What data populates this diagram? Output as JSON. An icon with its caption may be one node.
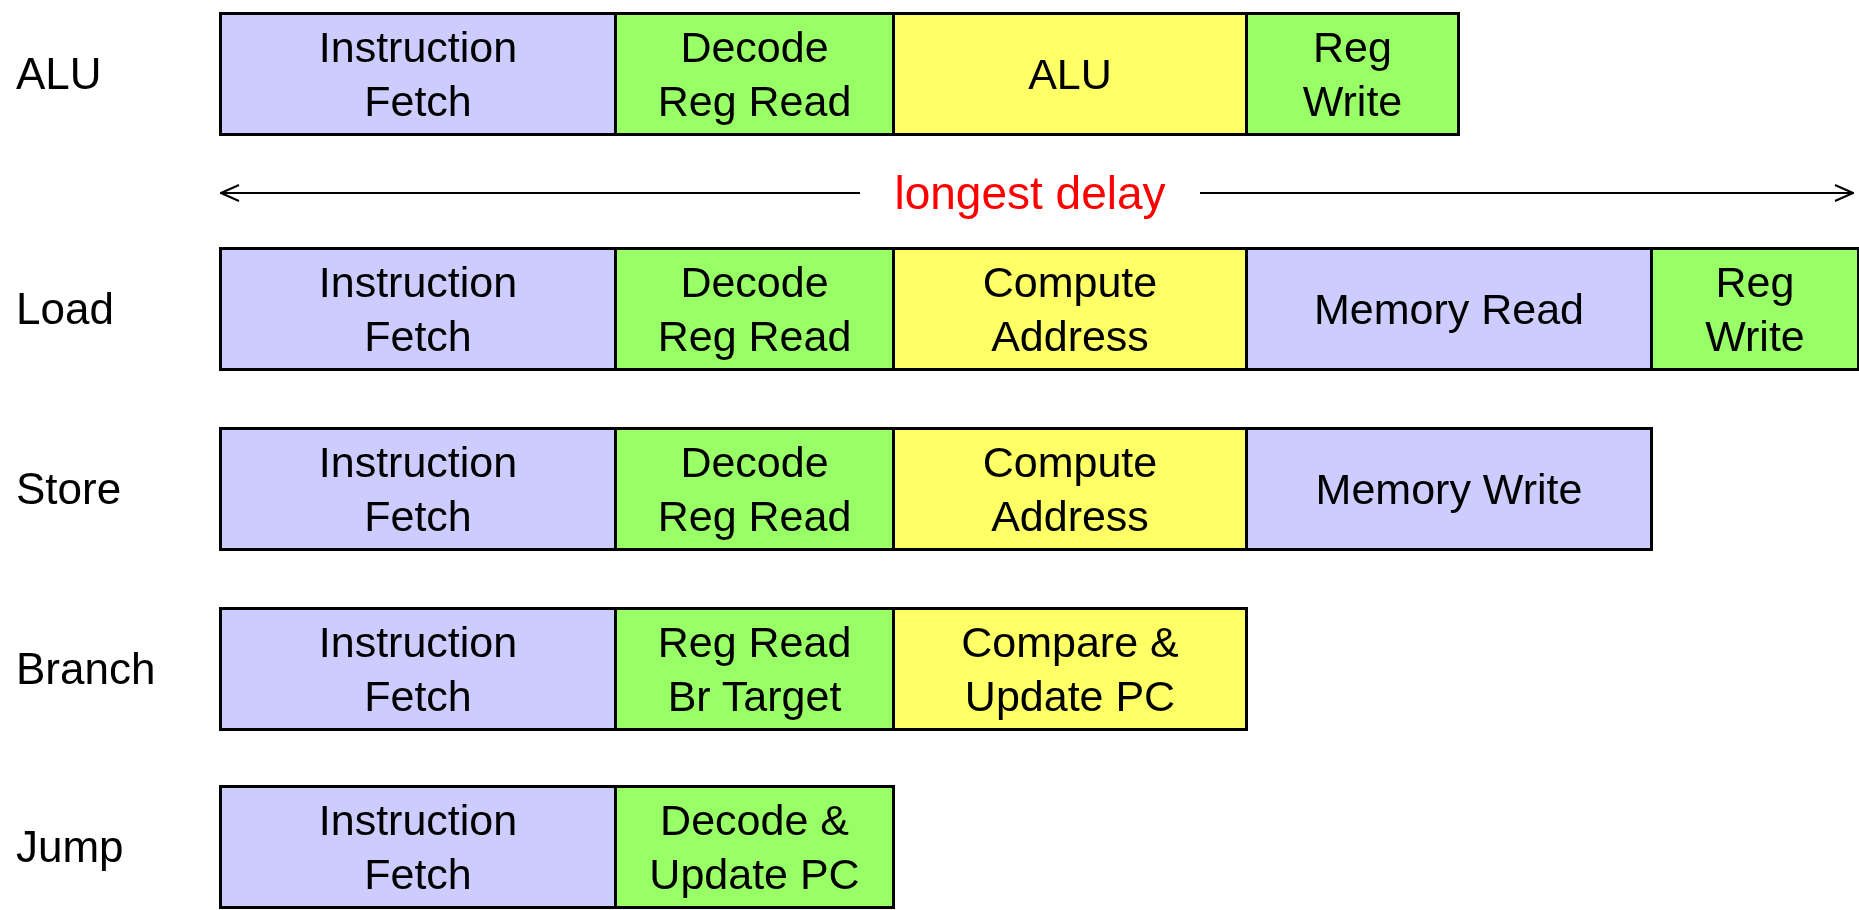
{
  "diagram": {
    "nodes": [
      {
        "text": [
          "Instruction Fetch"
        ]
      },
      {
        "text": [
          "Decode Reg Read"
        ]
      },
      {
        "text": [
          "ALU"
        ]
      },
      {
        "text": [
          "Reg Write"
        ]
      },
      {
        "text": [
          "Instruction Fetch"
        ]
      },
      {
        "text": [
          "Decode Reg Read"
        ]
      },
      {
        "text": [
          "Compute Address"
        ]
      },
      {
        "text": [
          "Memory Read"
        ]
      },
      {
        "text": [
          "Reg Write"
        ]
      },
      {
        "text": [
          "Instruction Fetch"
        ]
      },
      {
        "text": [
          "Decode Reg Read"
        ]
      },
      {
        "text": [
          "Compute Address"
        ]
      },
      {
        "text": [
          "Memory Write"
        ]
      },
      {
        "text": [
          "Instruction Fetch"
        ]
      },
      {
        "text": [
          "Reg Read Br Target"
        ]
      },
      {
        "text": [
          "Compare & Update PC"
        ]
      },
      {
        "text": [
          "Instruction Fetch"
        ]
      },
      {
        "text": [
          "Decode & Update PC"
        ]
      }
    ],
    "labels": [
      "ALU",
      "longest delay",
      "Load",
      "Store",
      "Branch",
      "Jump"
    ]
  }
}
